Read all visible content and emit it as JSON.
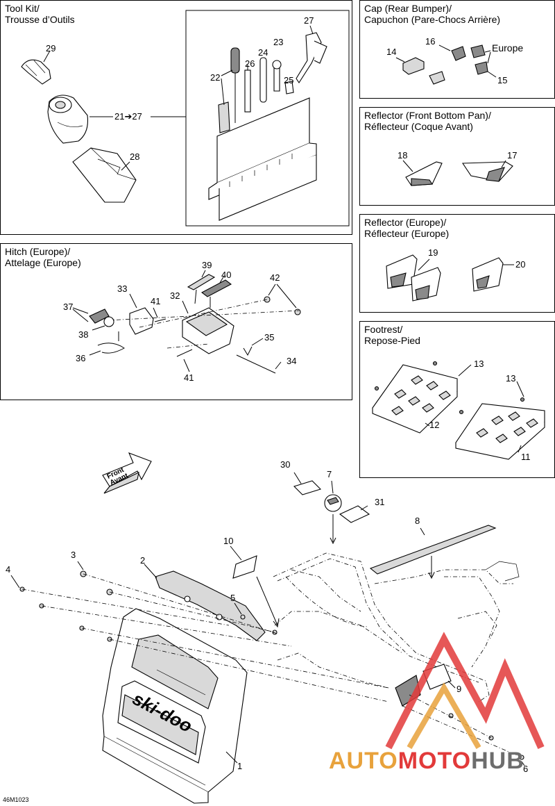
{
  "panels": {
    "tool_kit": {
      "title": "Tool Kit/\nTrousse d’Outils"
    },
    "cap": {
      "title": "Cap (Rear Bumper)/\nCapuchon (Pare-Chocs Arrière)",
      "note": "Europe"
    },
    "reflector_front": {
      "title": "Reflector (Front Bottom Pan)/\nRéflecteur (Coque Avant)"
    },
    "reflector_europe": {
      "title": "Reflector (Europe)/\nRéflecteur (Europe)"
    },
    "hitch": {
      "title": "Hitch (Europe)/\nAttelage (Europe)"
    },
    "footrest": {
      "title": "Footrest/\nRepose-Pied"
    }
  },
  "callouts": {
    "tool_kit": [
      "29",
      "21➔27",
      "28",
      "22",
      "26",
      "24",
      "23",
      "25",
      "27"
    ],
    "cap": [
      "14",
      "16",
      "15"
    ],
    "reflector_front": [
      "18",
      "17"
    ],
    "reflector_europe": [
      "19",
      "20"
    ],
    "hitch": [
      "39",
      "40",
      "42",
      "33",
      "32",
      "37",
      "41",
      "38",
      "35",
      "36",
      "34",
      "41"
    ],
    "footrest": [
      "13",
      "13",
      "12",
      "11"
    ],
    "main": [
      "30",
      "7",
      "31",
      "8",
      "10",
      "3",
      "2",
      "4",
      "5",
      "9",
      "1",
      "6"
    ]
  },
  "front_arrow": {
    "line1": "Front",
    "line2": "Avant"
  },
  "brand_text": "ski-doo",
  "logo": {
    "part1": "AUTO",
    "part2": "MOTO",
    "part3": "HUB",
    "colors": {
      "orange": "#e8a23c",
      "red": "#e23a3a",
      "gray": "#6d6d6d"
    }
  },
  "drawing_code": "46M1023"
}
